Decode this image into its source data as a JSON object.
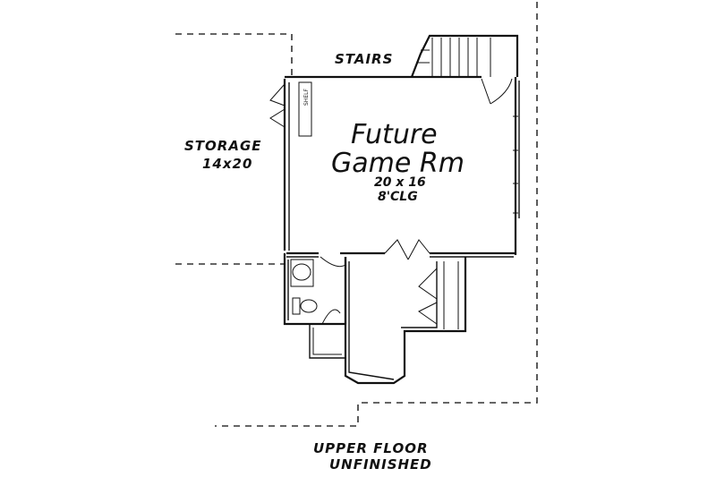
{
  "labels": {
    "stairs": "STAIRS",
    "storage_name": "STORAGE",
    "storage_size": "14x20",
    "room_line1": "Future",
    "room_line2": "Game Rm",
    "room_size": "20 x 16",
    "room_ceiling": "8'CLG",
    "shelf_note": "SHELF",
    "floor_line1": "UPPER FLOOR",
    "floor_line2": "UNFINISHED"
  },
  "colors": {
    "ink": "#111111",
    "paper": "#ffffff"
  }
}
